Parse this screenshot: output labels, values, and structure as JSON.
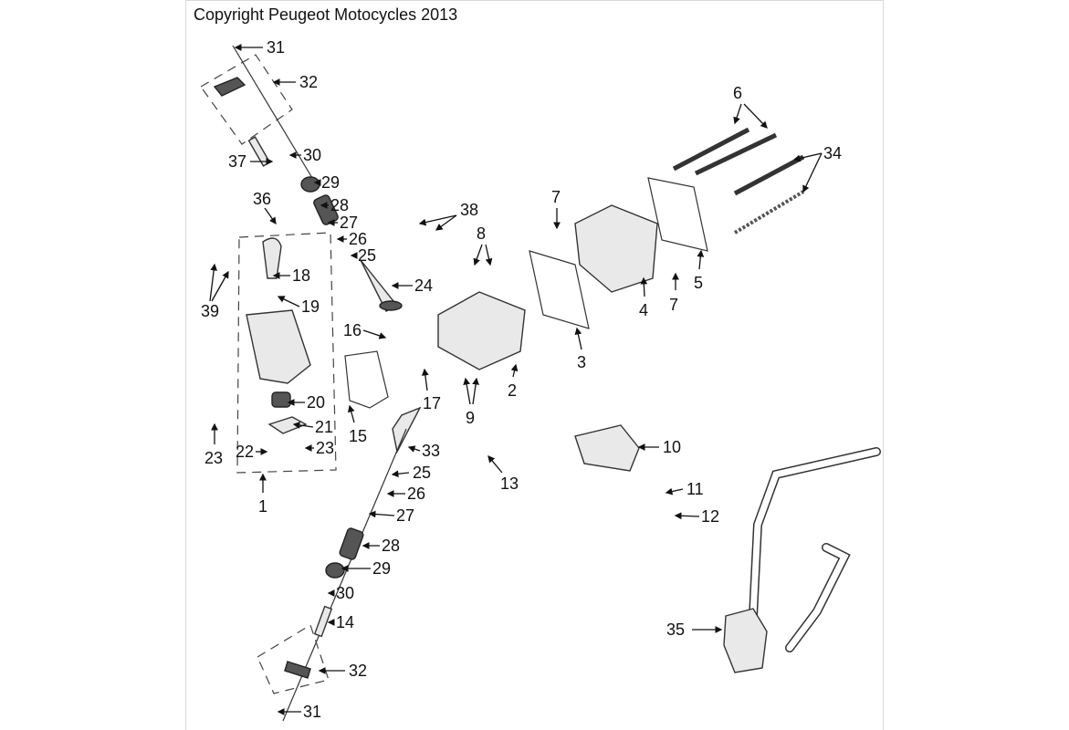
{
  "copyright": "Copyright Peugeot Motocycles 2013",
  "callouts": [
    "31",
    "32",
    "30",
    "37",
    "29",
    "36",
    "28",
    "38",
    "27",
    "8",
    "26",
    "25",
    "7",
    "6",
    "34",
    "18",
    "19",
    "24",
    "39",
    "4",
    "7",
    "5",
    "3",
    "16",
    "2",
    "17",
    "15",
    "9",
    "20",
    "21",
    "23",
    "23",
    "22",
    "33",
    "10",
    "13",
    "25",
    "1",
    "11",
    "26",
    "12",
    "27",
    "28",
    "29",
    "30",
    "14",
    "35",
    "32",
    "31"
  ]
}
